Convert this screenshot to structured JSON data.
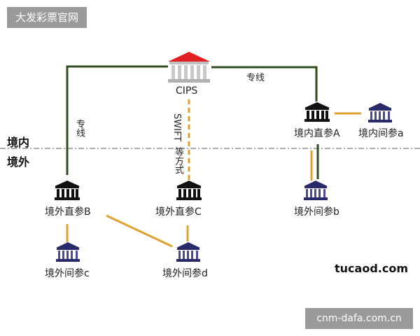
{
  "watermark_top": "大发彩票官网",
  "watermark_bottom": "cnm-dafa.com.cn",
  "brand": "tucaod.com",
  "zones": {
    "domestic": "境内",
    "foreign": "境外"
  },
  "nodes": {
    "cips": "CIPS",
    "domestic_direct_a": "境内直参A",
    "domestic_indirect_a": "境内间参a",
    "foreign_indirect_b": "境外间参b",
    "foreign_direct_b": "境外直参B",
    "foreign_direct_c": "境外直参C",
    "foreign_indirect_c": "境外间参c",
    "foreign_indirect_d": "境外间参d"
  },
  "edge_labels": {
    "dedicated_line_top": "专线",
    "dedicated_line_left": "专线",
    "swift": "SWIFT",
    "swift_suffix": "等方式"
  },
  "colors": {
    "dedicated_line": "#2f4f1f",
    "indirect_link": "#e0a030",
    "boundary": "#777777",
    "cips_roof": "#e02020",
    "direct_icon": "#111111",
    "indirect_icon": "#2a2a6a"
  }
}
